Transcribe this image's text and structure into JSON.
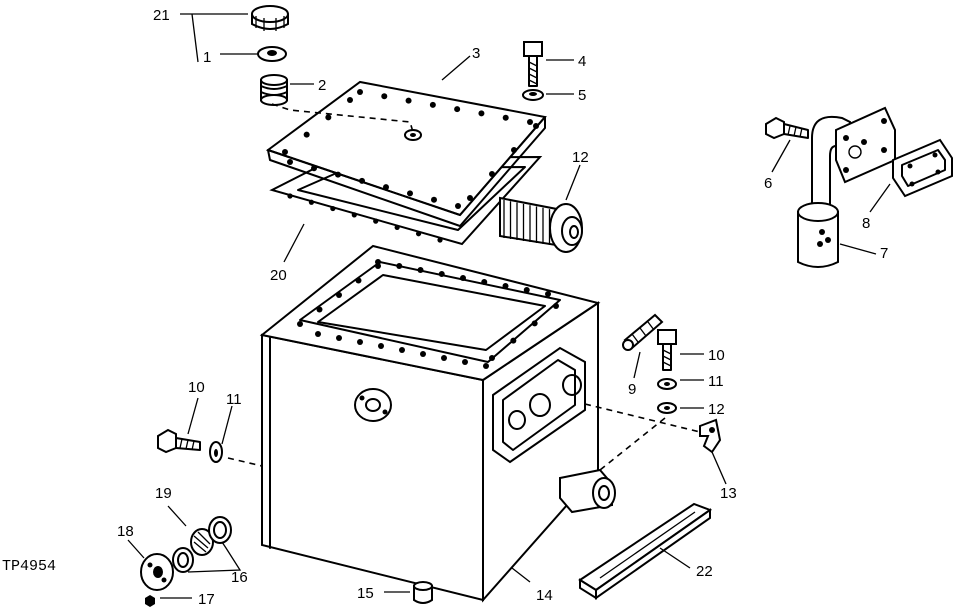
{
  "reference": "TP4954",
  "callouts": [
    {
      "id": "21",
      "text": "21"
    },
    {
      "id": "1",
      "text": "1"
    },
    {
      "id": "2",
      "text": "2"
    },
    {
      "id": "3",
      "text": "3"
    },
    {
      "id": "4",
      "text": "4"
    },
    {
      "id": "5",
      "text": "5"
    },
    {
      "id": "12a",
      "text": "12"
    },
    {
      "id": "6",
      "text": "6"
    },
    {
      "id": "8",
      "text": "8"
    },
    {
      "id": "7",
      "text": "7"
    },
    {
      "id": "20",
      "text": "20"
    },
    {
      "id": "9",
      "text": "9"
    },
    {
      "id": "10a",
      "text": "10"
    },
    {
      "id": "11a",
      "text": "11"
    },
    {
      "id": "12b",
      "text": "12"
    },
    {
      "id": "10b",
      "text": "10"
    },
    {
      "id": "11b",
      "text": "11"
    },
    {
      "id": "13",
      "text": "13"
    },
    {
      "id": "19",
      "text": "19"
    },
    {
      "id": "18",
      "text": "18"
    },
    {
      "id": "16",
      "text": "16"
    },
    {
      "id": "17",
      "text": "17"
    },
    {
      "id": "15",
      "text": "15"
    },
    {
      "id": "14",
      "text": "14"
    },
    {
      "id": "22",
      "text": "22"
    }
  ]
}
